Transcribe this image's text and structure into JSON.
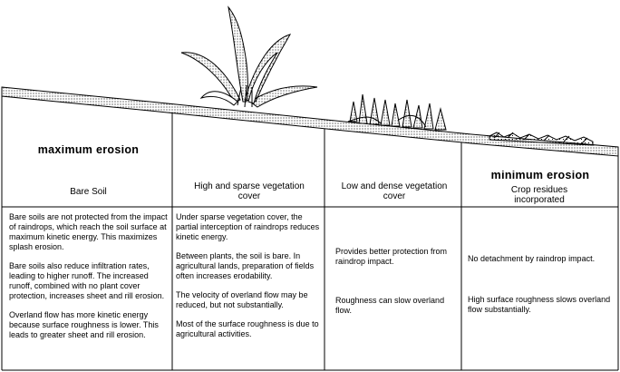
{
  "diagram": {
    "max_title": "maximum erosion",
    "min_title": "minimum erosion",
    "columns": [
      {
        "header": "Bare Soil",
        "paragraphs": [
          "Bare soils are not protected from the impact of raindrops, which reach the soil surface at maximum kinetic energy.  This maximizes splash erosion.",
          "Bare soils also reduce infiltration rates, leading to higher runoff.  The increased runoff, combined with no plant cover protection, increases sheet and rill erosion.",
          "Overland flow has more kinetic energy because surface roughness is lower.  This leads to greater sheet and rill erosion."
        ]
      },
      {
        "header": "High and sparse vegetation cover",
        "paragraphs": [
          "Under sparse vegetation cover, the partial interception of raindrops reduces kinetic energy.",
          "Between plants, the soil is bare.  In agricultural lands, preparation of fields often increases erodability.",
          "The velocity of overland flow may be reduced, but not substantially.",
          "Most of the surface roughness is due to agricultural activities."
        ]
      },
      {
        "header": "Low and dense vegetation cover",
        "paragraphs": [
          "Provides better protection from raindrop impact.",
          "Roughness can slow overland flow."
        ]
      },
      {
        "header": "Crop residues incorporated",
        "paragraphs": [
          "No detachment by raindrop impact.",
          "High surface roughness slows overland flow substantially."
        ]
      }
    ],
    "colors": {
      "ink": "#000000",
      "paper": "#ffffff",
      "stipple": "#000000"
    }
  }
}
